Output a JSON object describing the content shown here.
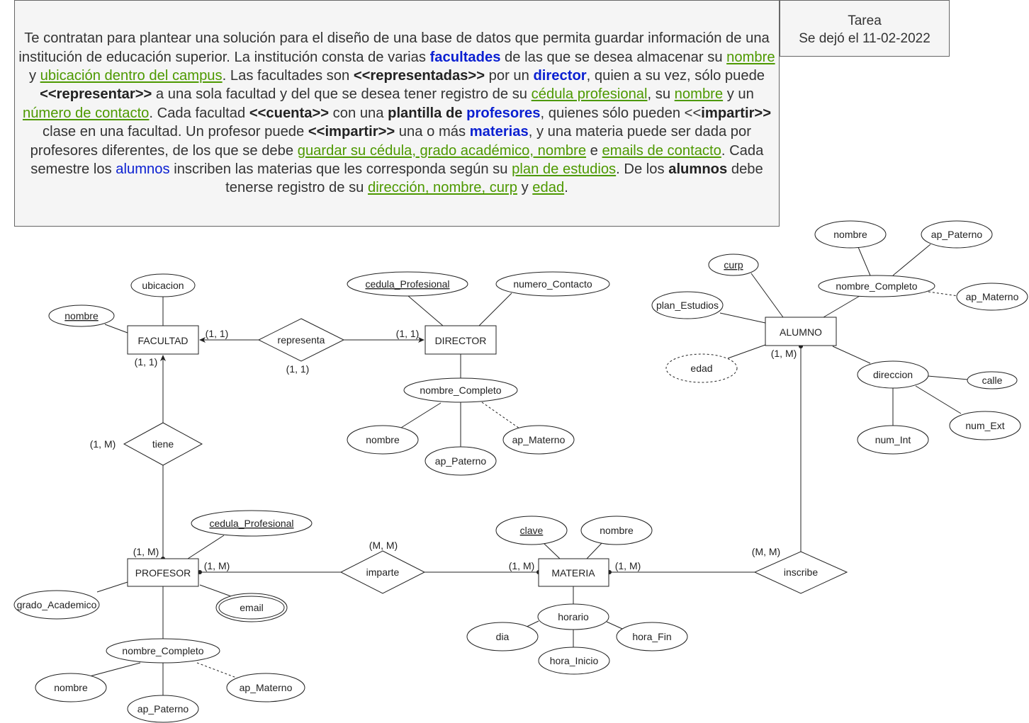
{
  "description": {
    "s1": "Te contratan para plantear una solución para el diseño de una base de datos que permita guardar información de una institución de educación superior. La institución consta de varias ",
    "k_facultades": "facultades",
    "s2": " de las que se desea almacenar su ",
    "g_nombre1": "nombre",
    "s3": " y ",
    "g_ubicacion": "ubicación dentro del campus",
    "s4": ". Las facultades son ",
    "b_representadas": "<<representadas>>",
    "s5": " por un ",
    "k_director": "director",
    "s6": ", quien a su vez, sólo puede ",
    "b_representar": "<<representar>>",
    "s7": " a una sola facultad y del que se desea tener registro de su ",
    "g_cedula": "cédula profesional",
    "s8": ", su ",
    "g_nombre2": "nombre",
    "s9": " y un ",
    "g_numero": "número de contacto",
    "s10": ". Cada facultad ",
    "b_cuenta": "<<cuenta>>",
    "s11": " con una ",
    "b_plantilla": "plantilla de",
    "s12": " ",
    "k_profesores": "profesores",
    "s13": ", quienes sólo pueden <<",
    "b_impartir1": "impartir>>",
    "s14": " clase en una facultad. Un profesor puede ",
    "b_impartir2": "<<impartir>>",
    "s15": " una o más ",
    "k_materias": "materias",
    "s16": ", y una materia puede ser dada por profesores diferentes, de los que se debe ",
    "g_guardar": "guardar su cédula, grado académico, nombre",
    "s17": " e ",
    "g_emails": "emails de contacto",
    "s18": ". Cada semestre los ",
    "k_alumnos": "alumnos",
    "s19": " inscriben las materias que les corresponda según su ",
    "g_plan": "plan de estudios",
    "s20": ". De los ",
    "b_alumnos": "alumnos",
    "s21": " debe tenerse registro de su ",
    "g_direccion": "dirección, nombre, curp",
    "s22": " y ",
    "g_edad": "edad",
    "s23": "."
  },
  "tarea": {
    "title": "Tarea",
    "date": "Se dejó el 11-02-2022"
  },
  "colors": {
    "blue": "#0a1fd1",
    "green": "#4d9900",
    "stroke": "#222222"
  },
  "entities": {
    "facultad": "FACULTAD",
    "director": "DIRECTOR",
    "alumno": "ALUMNO",
    "profesor": "PROFESOR",
    "materia": "MATERIA"
  },
  "relationships": {
    "representa": "representa",
    "tiene": "tiene",
    "imparte": "imparte",
    "inscribe": "inscribe"
  },
  "attributes": {
    "fac_ubicacion": "ubicacion",
    "fac_nombre": "nombre",
    "dir_cedula": "cedula_Profesional",
    "dir_numero": "numero_Contacto",
    "dir_nombre_completo": "nombre_Completo",
    "dir_nombre": "nombre",
    "dir_ap_paterno": "ap_Paterno",
    "dir_ap_materno": "ap_Materno",
    "alu_nombre": "nombre",
    "alu_ap_paterno": "ap_Paterno",
    "alu_curp": "curp",
    "alu_nombre_completo": "nombre_Completo",
    "alu_ap_materno": "ap_Materno",
    "alu_plan": "plan_Estudios",
    "alu_edad": "edad",
    "alu_direccion": "direccion",
    "alu_calle": "calle",
    "alu_num_ext": "num_Ext",
    "alu_num_int": "num_Int",
    "prof_cedula": "cedula_Profesional",
    "prof_grado": "grado_Academico",
    "prof_email": "email",
    "prof_nombre_completo": "nombre_Completo",
    "prof_nombre": "nombre",
    "prof_ap_paterno": "ap_Paterno",
    "prof_ap_materno": "ap_Materno",
    "mat_clave": "clave",
    "mat_nombre": "nombre",
    "mat_horario": "horario",
    "mat_dia": "dia",
    "mat_hora_fin": "hora_Fin",
    "mat_hora_inicio": "hora_Inicio"
  },
  "cardinalities": {
    "fac_representa": "(1, 1)",
    "dir_representa": "(1, 1)",
    "representa_below": "(1, 1)",
    "fac_tiene": "(1, 1)",
    "tiene_side": "(1, M)",
    "prof_tiene": "(1, M)",
    "prof_imparte": "(1, M)",
    "imparte_top": "(M, M)",
    "mat_imparte": "(1, M)",
    "mat_inscribe": "(1, M)",
    "inscribe_top": "(M, M)",
    "alu_inscribe": "(1, M)"
  }
}
